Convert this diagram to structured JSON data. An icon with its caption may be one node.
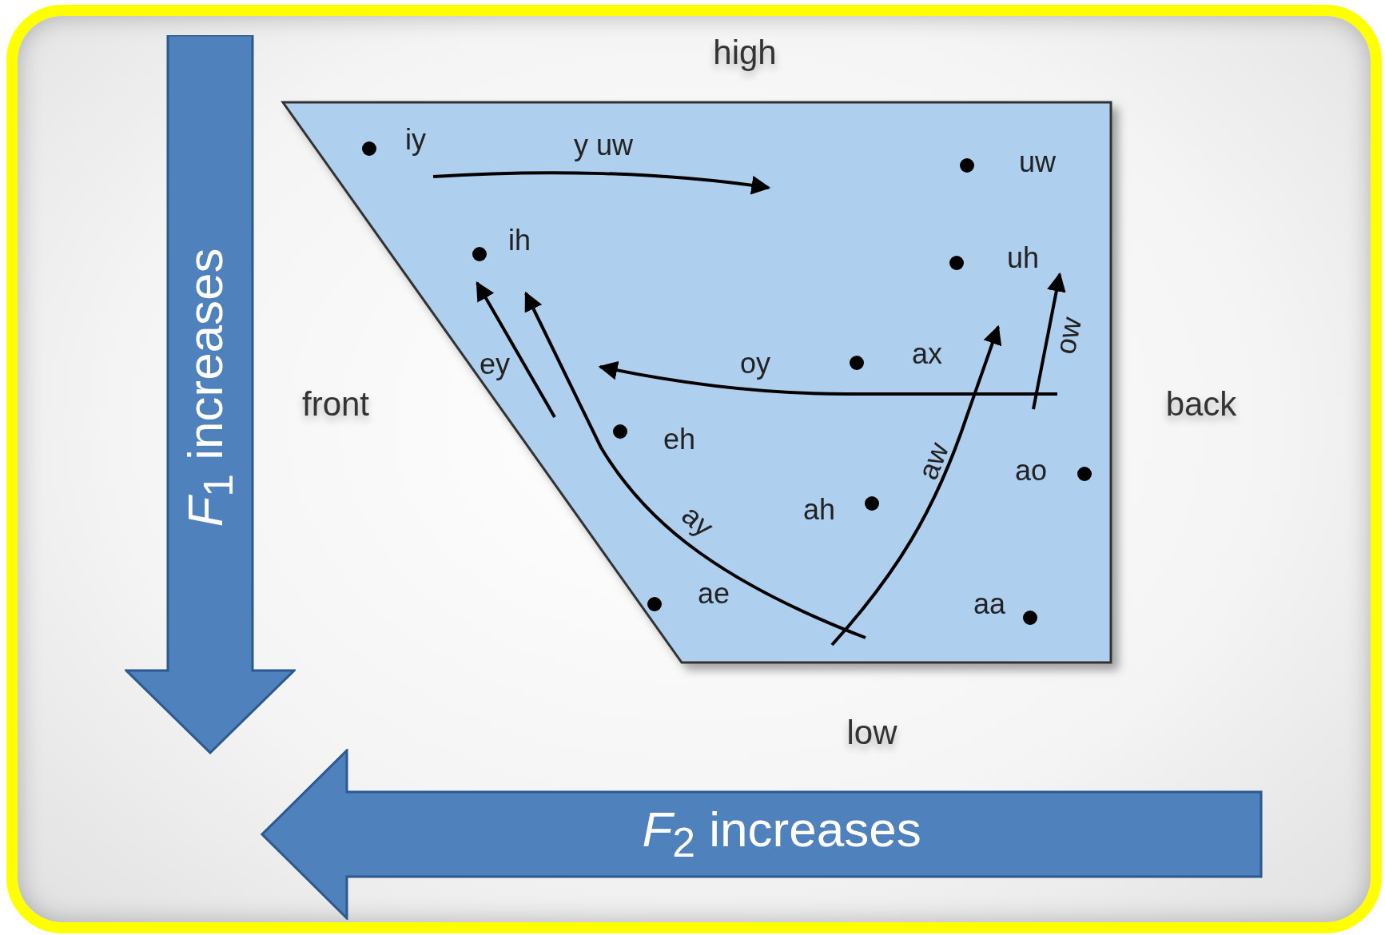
{
  "diagram": {
    "nodes": [
      {
        "text": [
          "*F*$_{1}$ increases"
        ]
      },
      {
        "text": [
          "*F*$_{2}$ increases"
        ]
      }
    ],
    "edges": [],
    "labels": [
      "high",
      "iy",
      "y uw",
      "uw",
      "ih",
      "uh",
      "ow",
      "oy",
      "ax",
      "ey",
      "front",
      "back",
      "eh",
      "aw",
      "ao",
      "ah",
      "ay",
      "ae",
      "aa",
      "low"
    ]
  }
}
